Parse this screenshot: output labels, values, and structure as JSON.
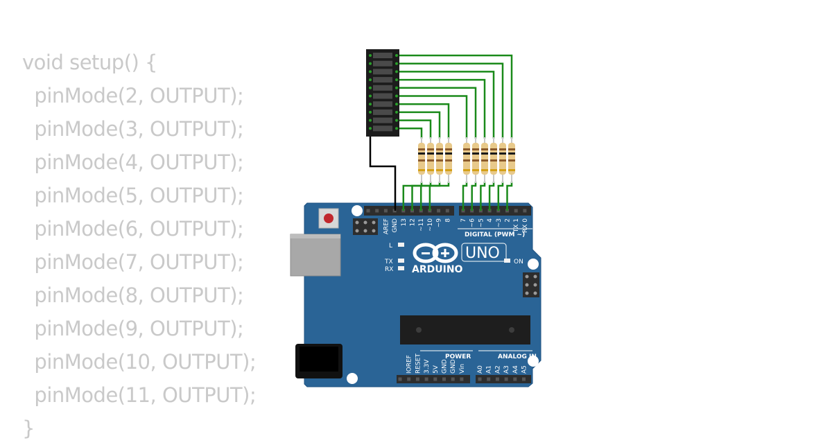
{
  "code": {
    "lines": [
      "void setup() {",
      "  pinMode(2, OUTPUT);",
      "  pinMode(3, OUTPUT);",
      "  pinMode(4, OUTPUT);",
      "  pinMode(5, OUTPUT);",
      "  pinMode(6, OUTPUT);",
      "  pinMode(7, OUTPUT);",
      "  pinMode(8, OUTPUT);",
      "  pinMode(9, OUTPUT);",
      "  pinMode(10, OUTPUT);",
      "  pinMode(11, OUTPUT);",
      "}"
    ]
  },
  "board": {
    "brand": "ARDUINO",
    "model": "UNO",
    "digital_header_label": "DIGITAL (PWM ~)",
    "power_label": "POWER",
    "analog_label": "ANALOG IN",
    "led_l_label": "L",
    "led_tx_label": "TX",
    "led_rx_label": "RX",
    "led_on_label": "ON",
    "top_pins": [
      "AREF",
      "GND",
      "13",
      "12",
      "~11",
      "~10",
      "~9",
      "8",
      "7",
      "~6",
      "~5",
      "4",
      "~3",
      "2",
      "TX 1",
      "RX 0"
    ],
    "power_pins": [
      "IOREF",
      "RESET",
      "3.3V",
      "5V",
      "GND",
      "GND",
      "Vin"
    ],
    "analog_pins": [
      "A0",
      "A1",
      "A2",
      "A3",
      "A4",
      "A5"
    ]
  },
  "colors": {
    "board": "#2a6496",
    "wire_signal": "#1a8a1a",
    "wire_ground": "#000000",
    "code_text": "#c9c9c9",
    "bargraph": "#1c1c1c"
  },
  "components": {
    "bargraph_segments": 10,
    "resistors": 10
  }
}
